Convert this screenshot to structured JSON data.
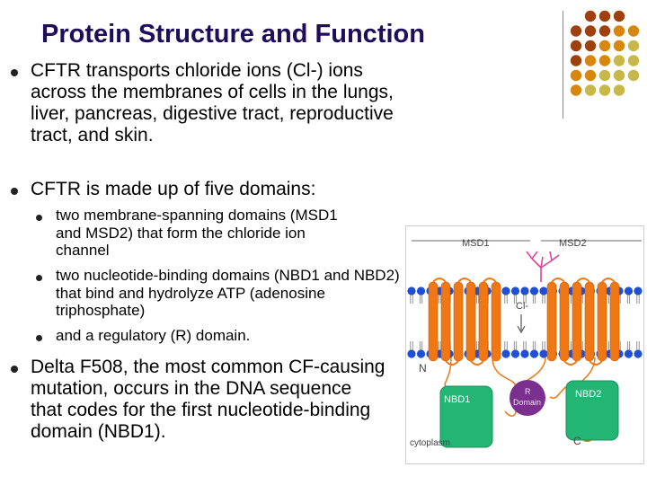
{
  "slide": {
    "title": "Protein Structure and Function",
    "bullets": [
      "CFTR transports chloride ions (Cl-) ions across the membranes of cells in the lungs, liver, pancreas, digestive tract, reproductive tract, and skin.",
      "CFTR is made up of five domains:",
      "Delta F508, the most common CF-causing mutation, occurs in the DNA sequence that codes for the first nucleotide-binding domain (NBD1)."
    ],
    "subbullets": [
      "two membrane-spanning domains (MSD1 and MSD2) that form the chloride ion channel",
      "two nucleotide-binding domains (NBD1 and NBD2) that bind and hydrolyze ATP (adenosine triphosphate)",
      "and a regulatory (R) domain."
    ]
  },
  "figure": {
    "msd1": "MSD1",
    "msd2": "MSD2",
    "cl": "Cl-",
    "n": "N",
    "c": "C",
    "nbd1": "NBD1",
    "nbd2": "NBD2",
    "r_line1": "R",
    "r_line2": "Domain",
    "cytoplasm": "cytoplasm"
  },
  "colors": {
    "title": "#1f0c5c",
    "lipid_head": "#1f4fd6",
    "helix": "#f07814",
    "nbd": "#22b573",
    "r_domain": "#7b2f8f",
    "glyco": "#e040a0",
    "dot_dark": "#a0400c",
    "dot_orange": "#d8860e",
    "dot_olive": "#c8b84a"
  }
}
